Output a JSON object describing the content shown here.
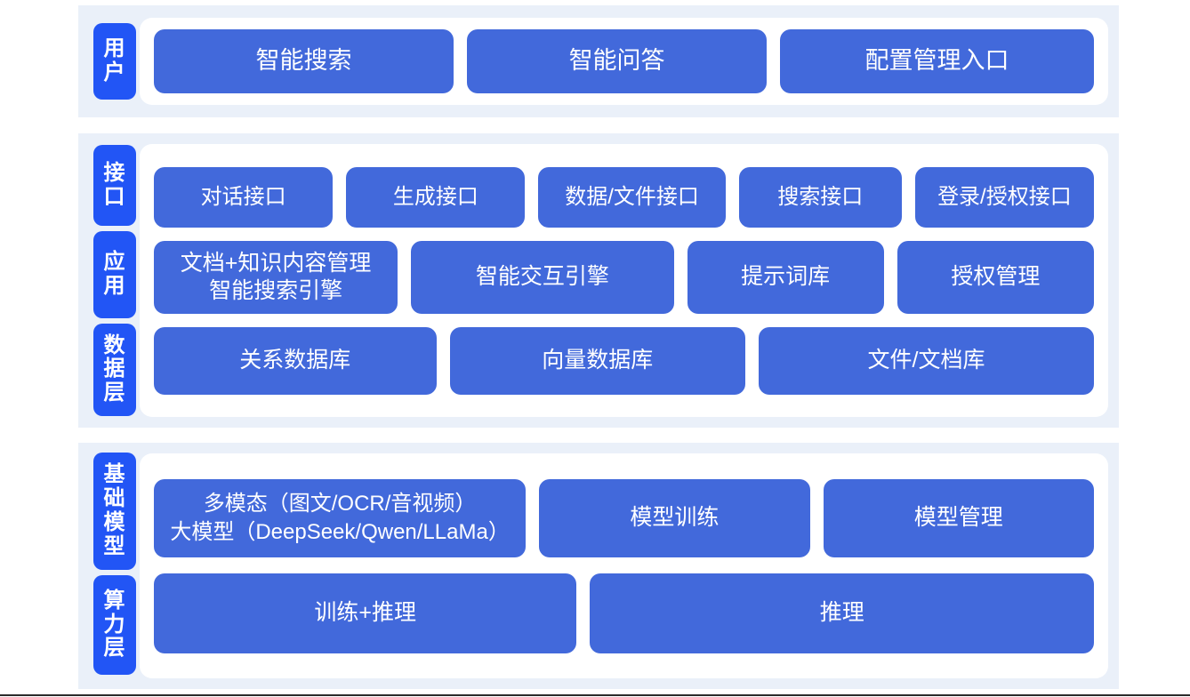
{
  "layers": [
    {
      "id": "user",
      "tag": "用户",
      "rows": [
        {
          "id": "user-entries",
          "boxes": [
            {
              "label": "智能搜索"
            },
            {
              "label": "智能问答"
            },
            {
              "label": "配置管理入口"
            }
          ]
        }
      ]
    },
    {
      "id": "interface",
      "tag": "接口",
      "rows": [
        {
          "id": "api-row",
          "boxes": [
            {
              "label": "对话接口"
            },
            {
              "label": "生成接口"
            },
            {
              "label": "数据/文件接口"
            },
            {
              "label": "搜索接口"
            },
            {
              "label": "登录/授权接口"
            }
          ]
        }
      ]
    },
    {
      "id": "application",
      "tag": "应用",
      "rows": [
        {
          "id": "app-row",
          "boxes": [
            {
              "label": "文档+知识内容管理\n智能搜索引擎"
            },
            {
              "label": "智能交互引擎"
            },
            {
              "label": "提示词库"
            },
            {
              "label": "授权管理"
            }
          ]
        }
      ]
    },
    {
      "id": "data",
      "tag": "数据层",
      "rows": [
        {
          "id": "data-row",
          "boxes": [
            {
              "label": "关系数据库"
            },
            {
              "label": "向量数据库"
            },
            {
              "label": "文件/文档库"
            }
          ]
        }
      ]
    },
    {
      "id": "foundation-model",
      "tag": "基础模型",
      "rows": [
        {
          "id": "model-row",
          "boxes": [
            {
              "label": "多模态（图文/OCR/音视频）\n大模型（DeepSeek/Qwen/LLaMa）"
            },
            {
              "label": "模型训练"
            },
            {
              "label": "模型管理"
            }
          ]
        }
      ]
    },
    {
      "id": "compute",
      "tag": "算力层",
      "rows": [
        {
          "id": "compute-row",
          "boxes": [
            {
              "label": "训练+推理"
            },
            {
              "label": "推理"
            }
          ]
        }
      ]
    }
  ],
  "colors": {
    "tag_blue": "#2255f5",
    "box_blue": "#4269db",
    "band_bg": "#eaf0f9",
    "panel_bg": "#ffffff",
    "page_bg": "#ffffff",
    "box_text": "#ffffff"
  }
}
